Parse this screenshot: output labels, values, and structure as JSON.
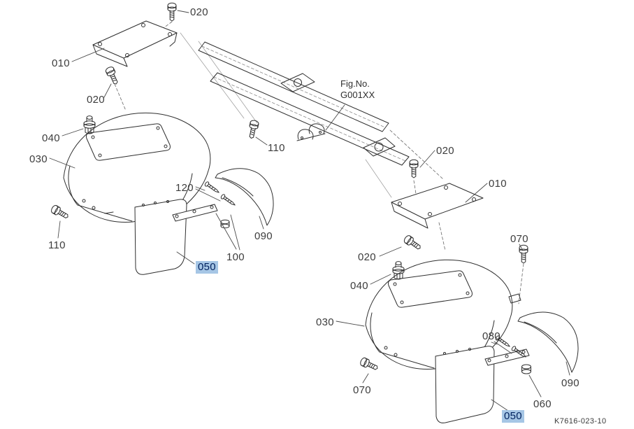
{
  "figure": {
    "fig_no_label": "Fig.No.",
    "fig_no_value": "G001XX",
    "drawing_code": "K7616-023-10"
  },
  "colors": {
    "line": "#2f2f2f",
    "label_text": "#3d3d3d",
    "highlight_bg": "#a6c6e5",
    "highlight_text": "#00215e"
  },
  "labels": [
    {
      "text": "020",
      "highlighted": false
    },
    {
      "text": "010",
      "highlighted": false
    },
    {
      "text": "020",
      "highlighted": false
    },
    {
      "text": "040",
      "highlighted": false
    },
    {
      "text": "030",
      "highlighted": false
    },
    {
      "text": "110",
      "highlighted": false
    },
    {
      "text": "120",
      "highlighted": false
    },
    {
      "text": "020",
      "highlighted": false
    },
    {
      "text": "010",
      "highlighted": false
    },
    {
      "text": "090",
      "highlighted": false
    },
    {
      "text": "100",
      "highlighted": false
    },
    {
      "text": "110",
      "highlighted": false
    },
    {
      "text": "050",
      "highlighted": true
    },
    {
      "text": "020",
      "highlighted": false
    },
    {
      "text": "070",
      "highlighted": false
    },
    {
      "text": "040",
      "highlighted": false
    },
    {
      "text": "030",
      "highlighted": false
    },
    {
      "text": "080",
      "highlighted": false
    },
    {
      "text": "090",
      "highlighted": false
    },
    {
      "text": "070",
      "highlighted": false
    },
    {
      "text": "060",
      "highlighted": false
    },
    {
      "text": "050",
      "highlighted": true
    }
  ]
}
